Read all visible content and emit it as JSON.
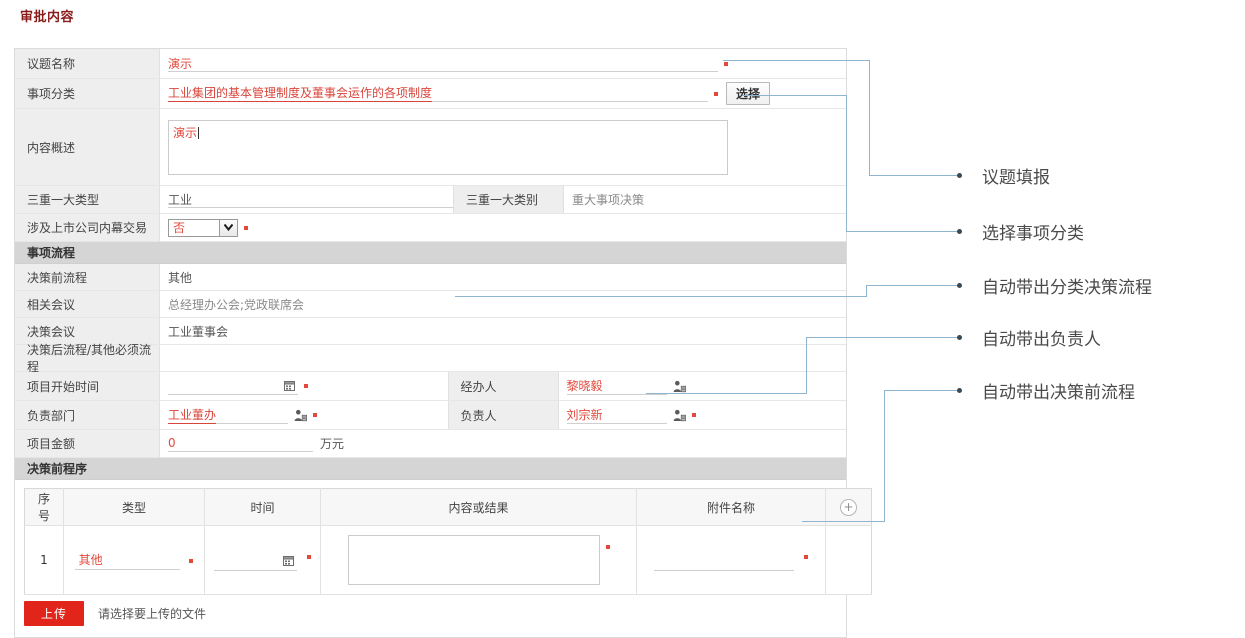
{
  "panel": {
    "title": "审批内容"
  },
  "form": {
    "topic_name": {
      "label": "议题名称",
      "value": "演示",
      "required": true
    },
    "item_category": {
      "label": "事项分类",
      "value": "工业集团的基本管理制度及董事会运作的各项制度",
      "required": true,
      "select_button": "选择"
    },
    "summary": {
      "label": "内容概述",
      "value": "演示"
    },
    "sanzhong_type": {
      "label": "三重一大类型",
      "value": "工业"
    },
    "sanzhong_category": {
      "label": "三重一大类别",
      "value": "重大事项决策"
    },
    "insider_trade": {
      "label": "涉及上市公司内幕交易",
      "value": "否",
      "required": true
    },
    "section_process": "事项流程",
    "pre_decision_process": {
      "label": "决策前流程",
      "value": "其他"
    },
    "related_meeting": {
      "label": "相关会议",
      "value": "总经理办公会;党政联席会"
    },
    "decision_meeting": {
      "label": "决策会议",
      "value": "工业董事会"
    },
    "post_decision_process": {
      "label": "决策后流程/其他必须流程",
      "value": ""
    },
    "project_start_time": {
      "label": "项目开始时间",
      "value": "",
      "required": true
    },
    "handler": {
      "label": "经办人",
      "value": "黎晓毅"
    },
    "responsible_dept": {
      "label": "负责部门",
      "value": "工业董办",
      "required": true
    },
    "responsible_person": {
      "label": "负责人",
      "value": "刘宗新",
      "required": true
    },
    "project_amount": {
      "label": "项目金额",
      "value": "0",
      "unit": "万元"
    },
    "section_pre_decision": "决策前程序"
  },
  "grid": {
    "columns": [
      "序号",
      "类型",
      "时间",
      "内容或结果",
      "附件名称",
      "add-row"
    ],
    "col_seq_line1": "序",
    "col_seq_line2": "号",
    "rows": [
      {
        "seq": "1",
        "type": "其他",
        "time": "",
        "content": "",
        "attachment": ""
      }
    ],
    "add_icon": "+"
  },
  "upload": {
    "button": "上传",
    "hint": "请选择要上传的文件"
  },
  "annotations": [
    {
      "text": "议题填报"
    },
    {
      "text": "选择事项分类"
    },
    {
      "text": "自动带出分类决策流程"
    },
    {
      "text": "自动带出负责人"
    },
    {
      "text": "自动带出决策前流程"
    }
  ],
  "colors": {
    "accent_red": "#e1251b",
    "value_red": "#e2493c",
    "title_red": "#8a1b1b",
    "connector_blue": "#8fb4cf",
    "label_bg": "#eeeeee",
    "band_bg": "#d5d5d5"
  }
}
